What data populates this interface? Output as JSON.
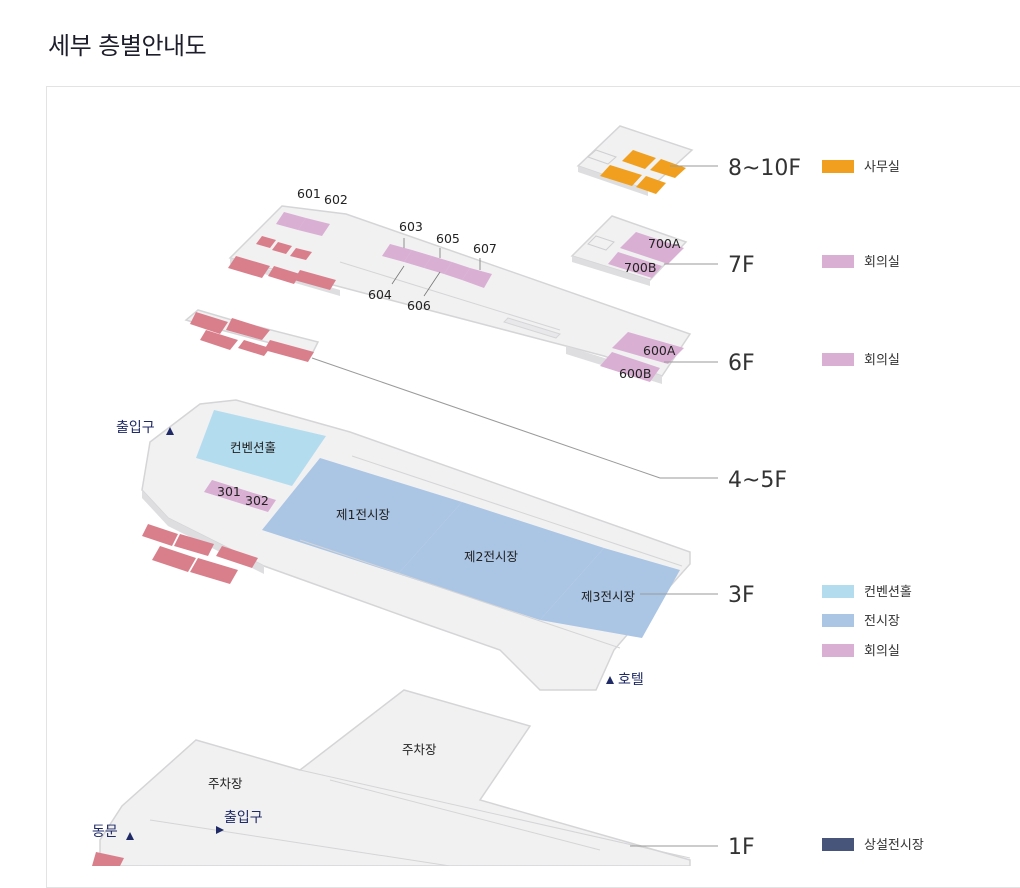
{
  "page": {
    "title": "세부 층별안내도"
  },
  "colors": {
    "office": "#f0a01e",
    "meeting": "#d9afd3",
    "convention": "#b4dcef",
    "exhibition": "#abc5e4",
    "permanent": "#47557a",
    "restricted": "#d97f8b",
    "floor_fill": "#f1f1f2",
    "floor_edge": "#d5d5d7"
  },
  "floors": {
    "f8": {
      "label": "8~10F",
      "legend": [
        {
          "label": "사무실",
          "color": "#f0a01e"
        }
      ]
    },
    "f7": {
      "label": "7F",
      "rooms": [
        "700A",
        "700B"
      ],
      "legend": [
        {
          "label": "회의실",
          "color": "#d9afd3"
        }
      ]
    },
    "f6": {
      "label": "6F",
      "rooms": [
        "601",
        "602",
        "603",
        "604",
        "605",
        "606",
        "607",
        "600A",
        "600B"
      ],
      "legend": [
        {
          "label": "회의실",
          "color": "#d9afd3"
        }
      ]
    },
    "f45": {
      "label": "4~5F"
    },
    "f3": {
      "label": "3F",
      "halls": [
        "컨벤션홀",
        "제1전시장",
        "제2전시장",
        "제3전시장"
      ],
      "rooms": [
        "301",
        "302"
      ],
      "legend": [
        {
          "label": "컨벤션홀",
          "color": "#b4dcef"
        },
        {
          "label": "전시장",
          "color": "#abc5e4"
        },
        {
          "label": "회의실",
          "color": "#d9afd3"
        }
      ]
    },
    "f1": {
      "label": "1F",
      "areas": [
        "주차장",
        "주차장"
      ],
      "legend": [
        {
          "label": "상설전시장",
          "color": "#47557a"
        }
      ]
    }
  },
  "navigation": {
    "entrance_3f": "출입구",
    "hotel": "호텔",
    "entrance_1f": "출입구",
    "east_gate": "동문"
  }
}
